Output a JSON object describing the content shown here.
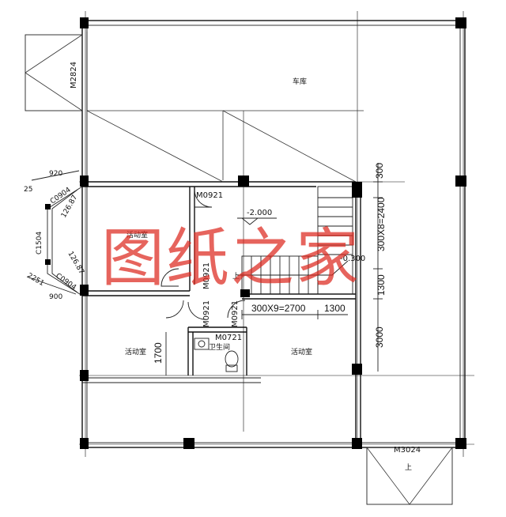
{
  "rooms": {
    "garage": "车库",
    "activity_upper_left": "活动室",
    "activity_lower_left": "活动室",
    "activity_right": "活动室",
    "bathroom": "卫生间"
  },
  "doors": {
    "garage_door": "M2824",
    "door_0921_a": "M0921",
    "door_0921_b": "M0921",
    "door_0921_c": "M0921",
    "door_0921_d": "M0921",
    "bathroom_door": "M0721",
    "rear_door": "M3024"
  },
  "windows": {
    "bay_upper": "C0904",
    "bay_middle": "C1504",
    "bay_lower": "C0904"
  },
  "levels": {
    "floor_level": "-2.000",
    "stair_level": "-0.300"
  },
  "dimensions": {
    "d300": "300",
    "d_stair_vertical": "300X8=2400",
    "d_1300_vertical": "1300",
    "d_stair_horizontal": "300X9=2700",
    "d_1300_horizontal": "1300",
    "d3000": "3000",
    "d1700": "1700",
    "bay_920": "920",
    "bay_25": "25",
    "bay_126_top": "126.87",
    "bay_126_bottom": "126.87",
    "bay_900": "900",
    "bay_2251": "2251"
  },
  "stair_marks": {
    "up_stair": "上",
    "up_rear": "上"
  },
  "watermark": "图纸之家"
}
